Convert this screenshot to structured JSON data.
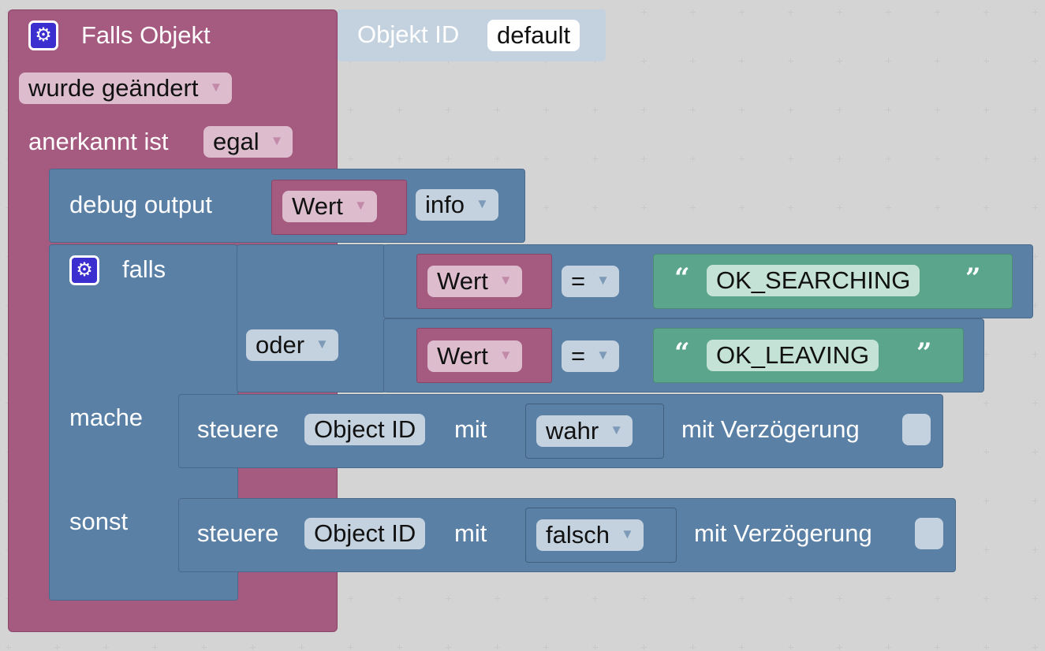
{
  "event_block": {
    "title": "Falls Objekt",
    "object_id_label": "Objekt ID",
    "object_id_value": "default",
    "trigger_value": "wurde geändert",
    "ack_label": "anerkannt ist",
    "ack_value": "egal"
  },
  "debug_block": {
    "label": "debug output",
    "value_var": "Wert",
    "level": "info"
  },
  "if_block": {
    "if_label": "falls",
    "logic_op": "oder",
    "condition1": {
      "var": "Wert",
      "op": "=",
      "text": "OK_SEARCHING"
    },
    "condition2": {
      "var": "Wert",
      "op": "=",
      "text": "OK_LEAVING"
    },
    "do_label": "mache",
    "else_label": "sonst"
  },
  "control_do": {
    "label": "steuere",
    "object_id": "Object ID",
    "with_label": "mit",
    "value": "wahr",
    "delay_label": "mit Verzögerung"
  },
  "control_else": {
    "label": "steuere",
    "object_id": "Object ID",
    "with_label": "mit",
    "value": "falsch",
    "delay_label": "mit Verzögerung"
  },
  "colors": {
    "event": "#a55b80",
    "logic": "#5b80a5",
    "text": "#5ba58c"
  },
  "icons": {
    "mutator": "gear-icon",
    "dropdown": "triangle-down-icon"
  }
}
